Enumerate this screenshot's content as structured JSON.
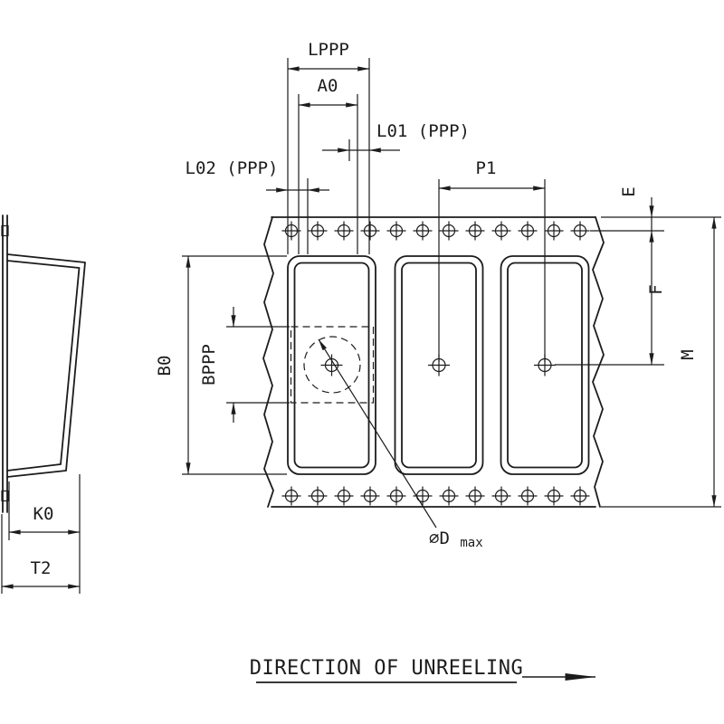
{
  "diagram": {
    "dimension_labels": {
      "lppp": "LPPP",
      "a0": "A0",
      "l01": "L01 (PPP)",
      "l02": "L02 (PPP)",
      "p1": "P1",
      "e": "E",
      "f": "F",
      "m": "M",
      "b0": "B0",
      "bppp": "BPPP",
      "k0": "K0",
      "t2": "T2",
      "dmax_prefix": "⌀D",
      "dmax_subscript": "max"
    },
    "footer": {
      "direction_label": "DIRECTION OF UNREELING"
    },
    "colors": {
      "line": "#1c1c1c",
      "background": "#ffffff"
    }
  }
}
